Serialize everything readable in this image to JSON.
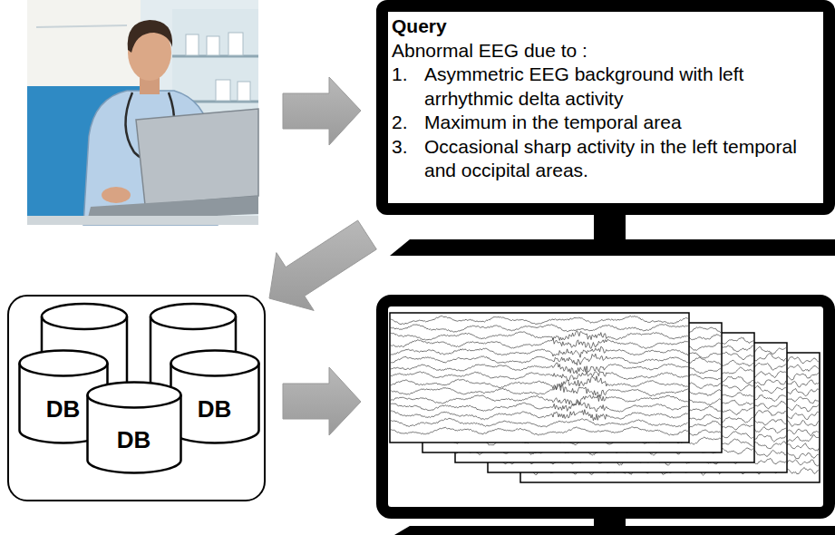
{
  "diagram": {
    "nodes": [
      {
        "text": [
          "Query",
          "Abnormal EEG due to :",
          "1.",
          "Asymmetric EEG background with left arrhythmic delta activity",
          "2.",
          "Maximum in the temporal area",
          "3.",
          "Occasional sharp activity in the left temporal and occipital areas."
        ]
      },
      {
        "text": []
      },
      {
        "text": [
          "DB"
        ],
        "in": 1
      },
      {
        "text": [
          "DB"
        ],
        "in": 1
      },
      {
        "text": [
          "DB"
        ],
        "in": 1
      }
    ],
    "edges": [
      {
        "from": 0,
        "to": 1,
        "arrow": "to"
      }
    ]
  }
}
